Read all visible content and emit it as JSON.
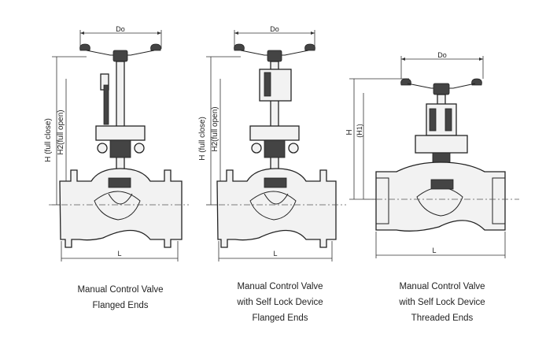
{
  "valves": [
    {
      "caption": [
        "Manual Control Valve",
        "Flanged Ends"
      ],
      "dim_top": "Do",
      "dim_bottom": "L",
      "dim_left": [
        "H (full close)",
        "H2(full open)"
      ]
    },
    {
      "caption": [
        "Manual Control Valve",
        "with Self Lock Device",
        "Flanged Ends"
      ],
      "dim_top": "Do",
      "dim_bottom": "L",
      "dim_left": [
        "H (full close)",
        "H2(full open)"
      ]
    },
    {
      "caption": [
        "Manual Control Valve",
        "with Self Lock Device",
        "Threaded Ends"
      ],
      "dim_top": "Do",
      "dim_bottom": "L",
      "dim_left": [
        "H",
        "(H1)"
      ]
    }
  ]
}
